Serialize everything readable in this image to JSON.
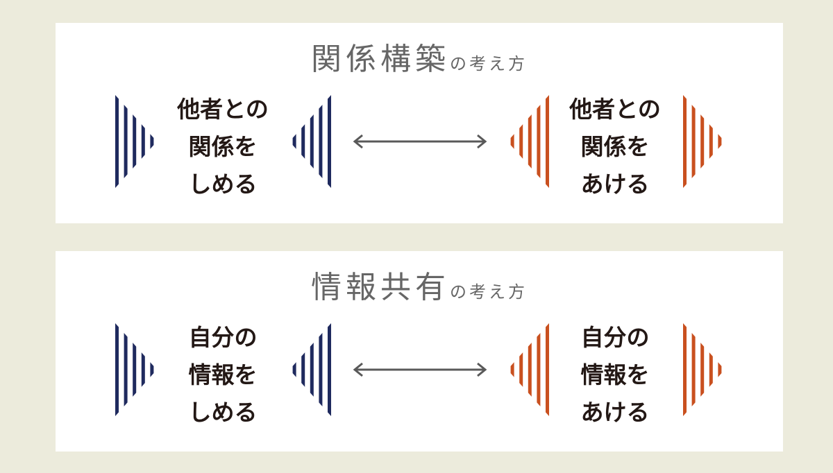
{
  "colors": {
    "closed": "#1f2a5e",
    "open": "#c9501f",
    "arrow": "#595959",
    "background": "#ecebdc"
  },
  "panels": [
    {
      "title_main": "関係構築",
      "title_suffix": "の考え方",
      "left_label": [
        "他者との",
        "関係を",
        "しめる"
      ],
      "right_label": [
        "他者との",
        "関係を",
        "あける"
      ]
    },
    {
      "title_main": "情報共有",
      "title_suffix": "の考え方",
      "left_label": [
        "自分の",
        "情報を",
        "しめる"
      ],
      "right_label": [
        "自分の",
        "情報を",
        "あける"
      ]
    }
  ]
}
